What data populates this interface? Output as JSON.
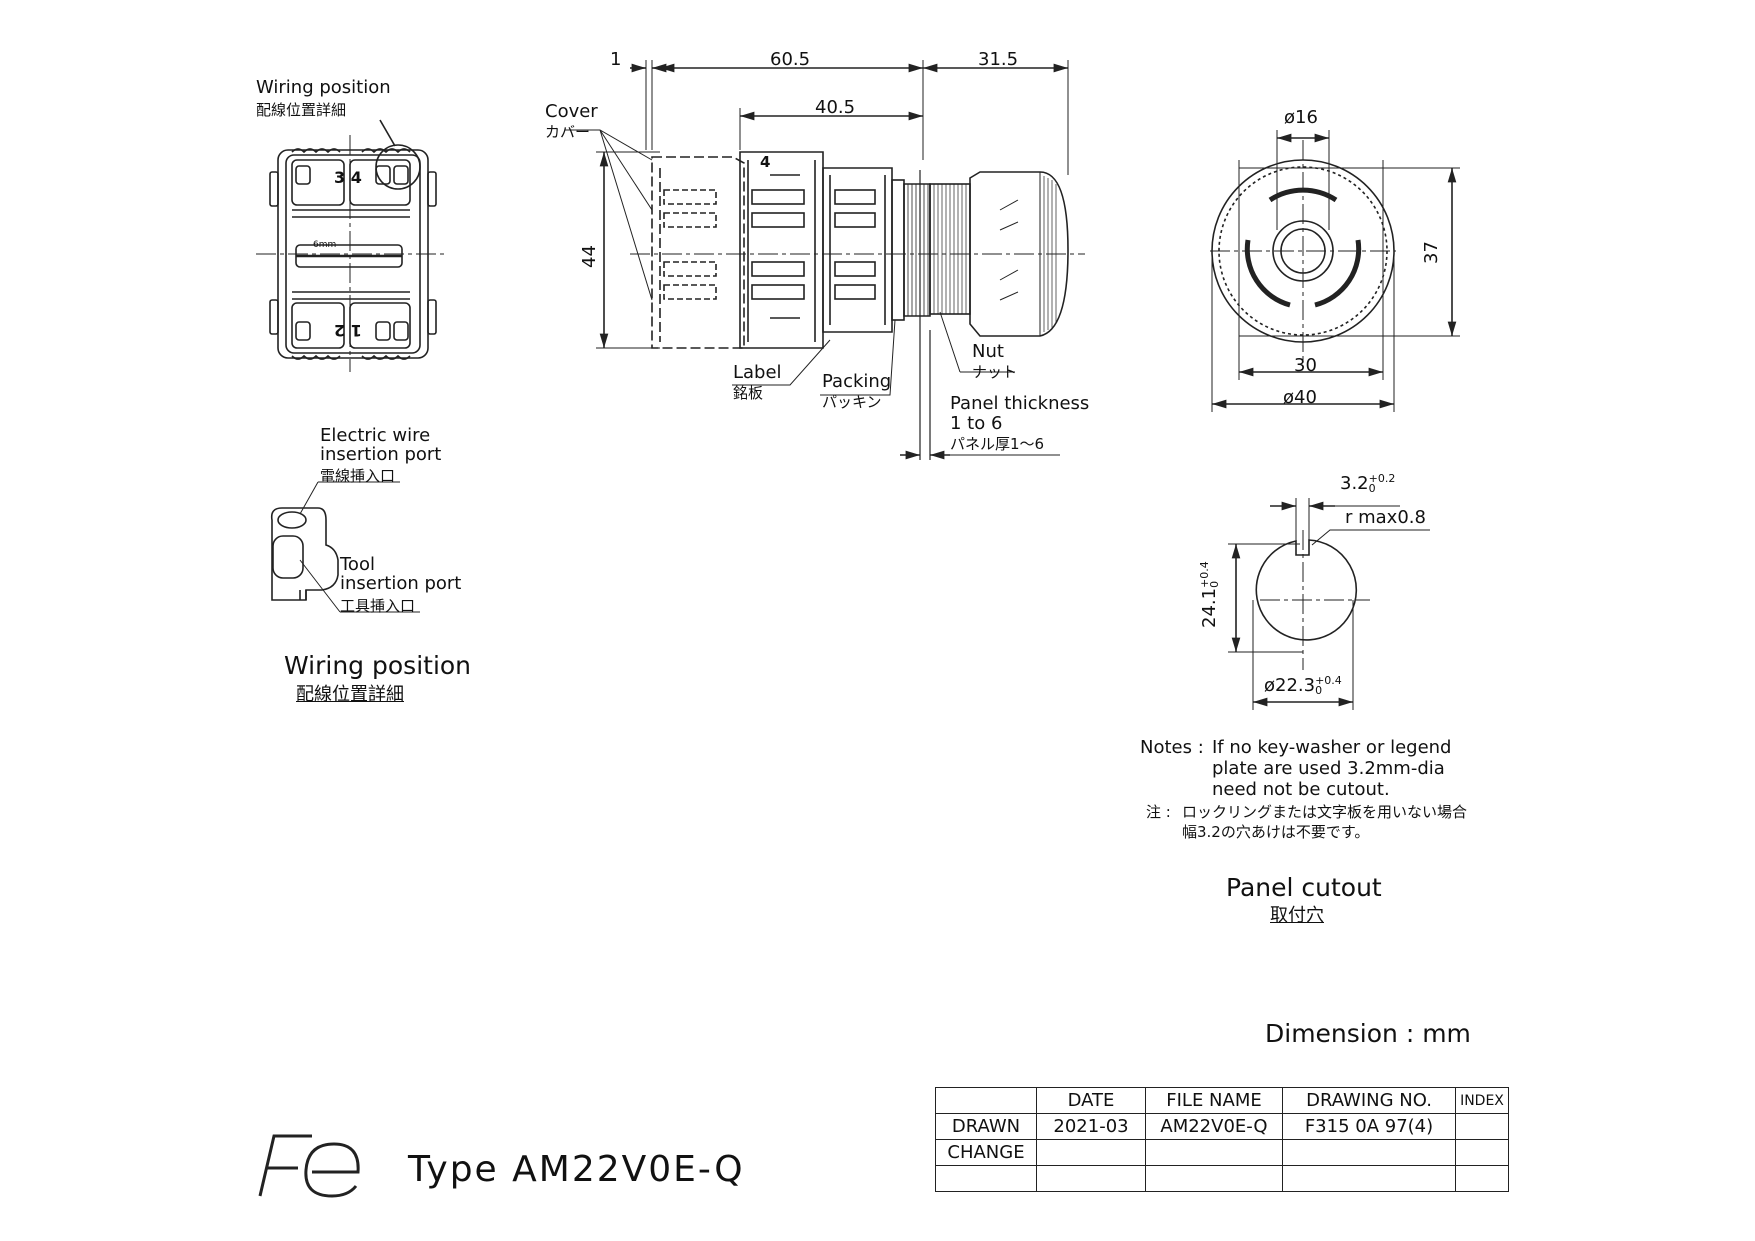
{
  "views": {
    "rear": {
      "title_en": "Wiring position",
      "title_jp": "配線位置詳細",
      "terminal_top": "3 4",
      "terminal_bottom": "1 2",
      "badge": "6mm"
    },
    "side": {
      "dim_top_1": "1",
      "dim_top_2": "60.5",
      "dim_top_3": "31.5",
      "dim_mid": "40.5",
      "dim_height": "44",
      "terminal_mark": "4",
      "cover_en": "Cover",
      "cover_jp": "カバー",
      "label_en": "Label",
      "label_jp": "銘板",
      "packing_en": "Packing",
      "packing_jp": "パッキン",
      "nut_en": "Nut",
      "nut_jp": "ナット",
      "panel_en_1": "Panel thickness",
      "panel_en_2": "1 to 6",
      "panel_jp": "パネル厚1～6"
    },
    "front": {
      "dia_16": "ø16",
      "dim_37": "37",
      "dim_30": "30",
      "dia_40": "ø40"
    },
    "wiring_detail": {
      "wire_en_1": "Electric wire",
      "wire_en_2": "insertion port",
      "wire_jp": "電線挿入口",
      "tool_en_1": "Tool",
      "tool_en_2": "insertion port",
      "tool_jp": "工具挿入口",
      "title_en": "Wiring position",
      "title_jp": "配線位置詳細"
    },
    "cutout": {
      "dim_key": "3.2",
      "dim_key_tol": "+0.2",
      "dim_key_tol0": "0",
      "r_max": "r max0.8",
      "dim_241": "24.1",
      "dim_241_tol": "+0.4",
      "dim_241_tol0": "0",
      "dia_223": "ø22.3",
      "dia_223_tol": "+0.4",
      "dia_223_tol0": "0",
      "title_en": "Panel cutout",
      "title_jp": "取付穴"
    }
  },
  "notes": {
    "prefix": "Notes :",
    "line1": "If no key-washer or legend",
    "line2": "plate are used 3.2mm-dia",
    "line3": "need not be cutout.",
    "jp_prefix": "注 :",
    "jp_line1": "ロックリングまたは文字板を用いない場合",
    "jp_line2": "幅3.2の穴あけは不要です。"
  },
  "dimension_unit": "Dimension : mm",
  "title_block": {
    "headers": [
      "",
      "DATE",
      "FILE NAME",
      "DRAWING NO.",
      "INDEX"
    ],
    "rows": [
      [
        "DRAWN",
        "2021-03",
        "AM22V0E-Q",
        "F315 0A 97(4)",
        ""
      ],
      [
        "CHANGE",
        "",
        "",
        "",
        ""
      ],
      [
        "",
        "",
        "",
        "",
        ""
      ]
    ]
  },
  "type_label": "Type AM22V0E-Q",
  "logo_text": "Fe"
}
